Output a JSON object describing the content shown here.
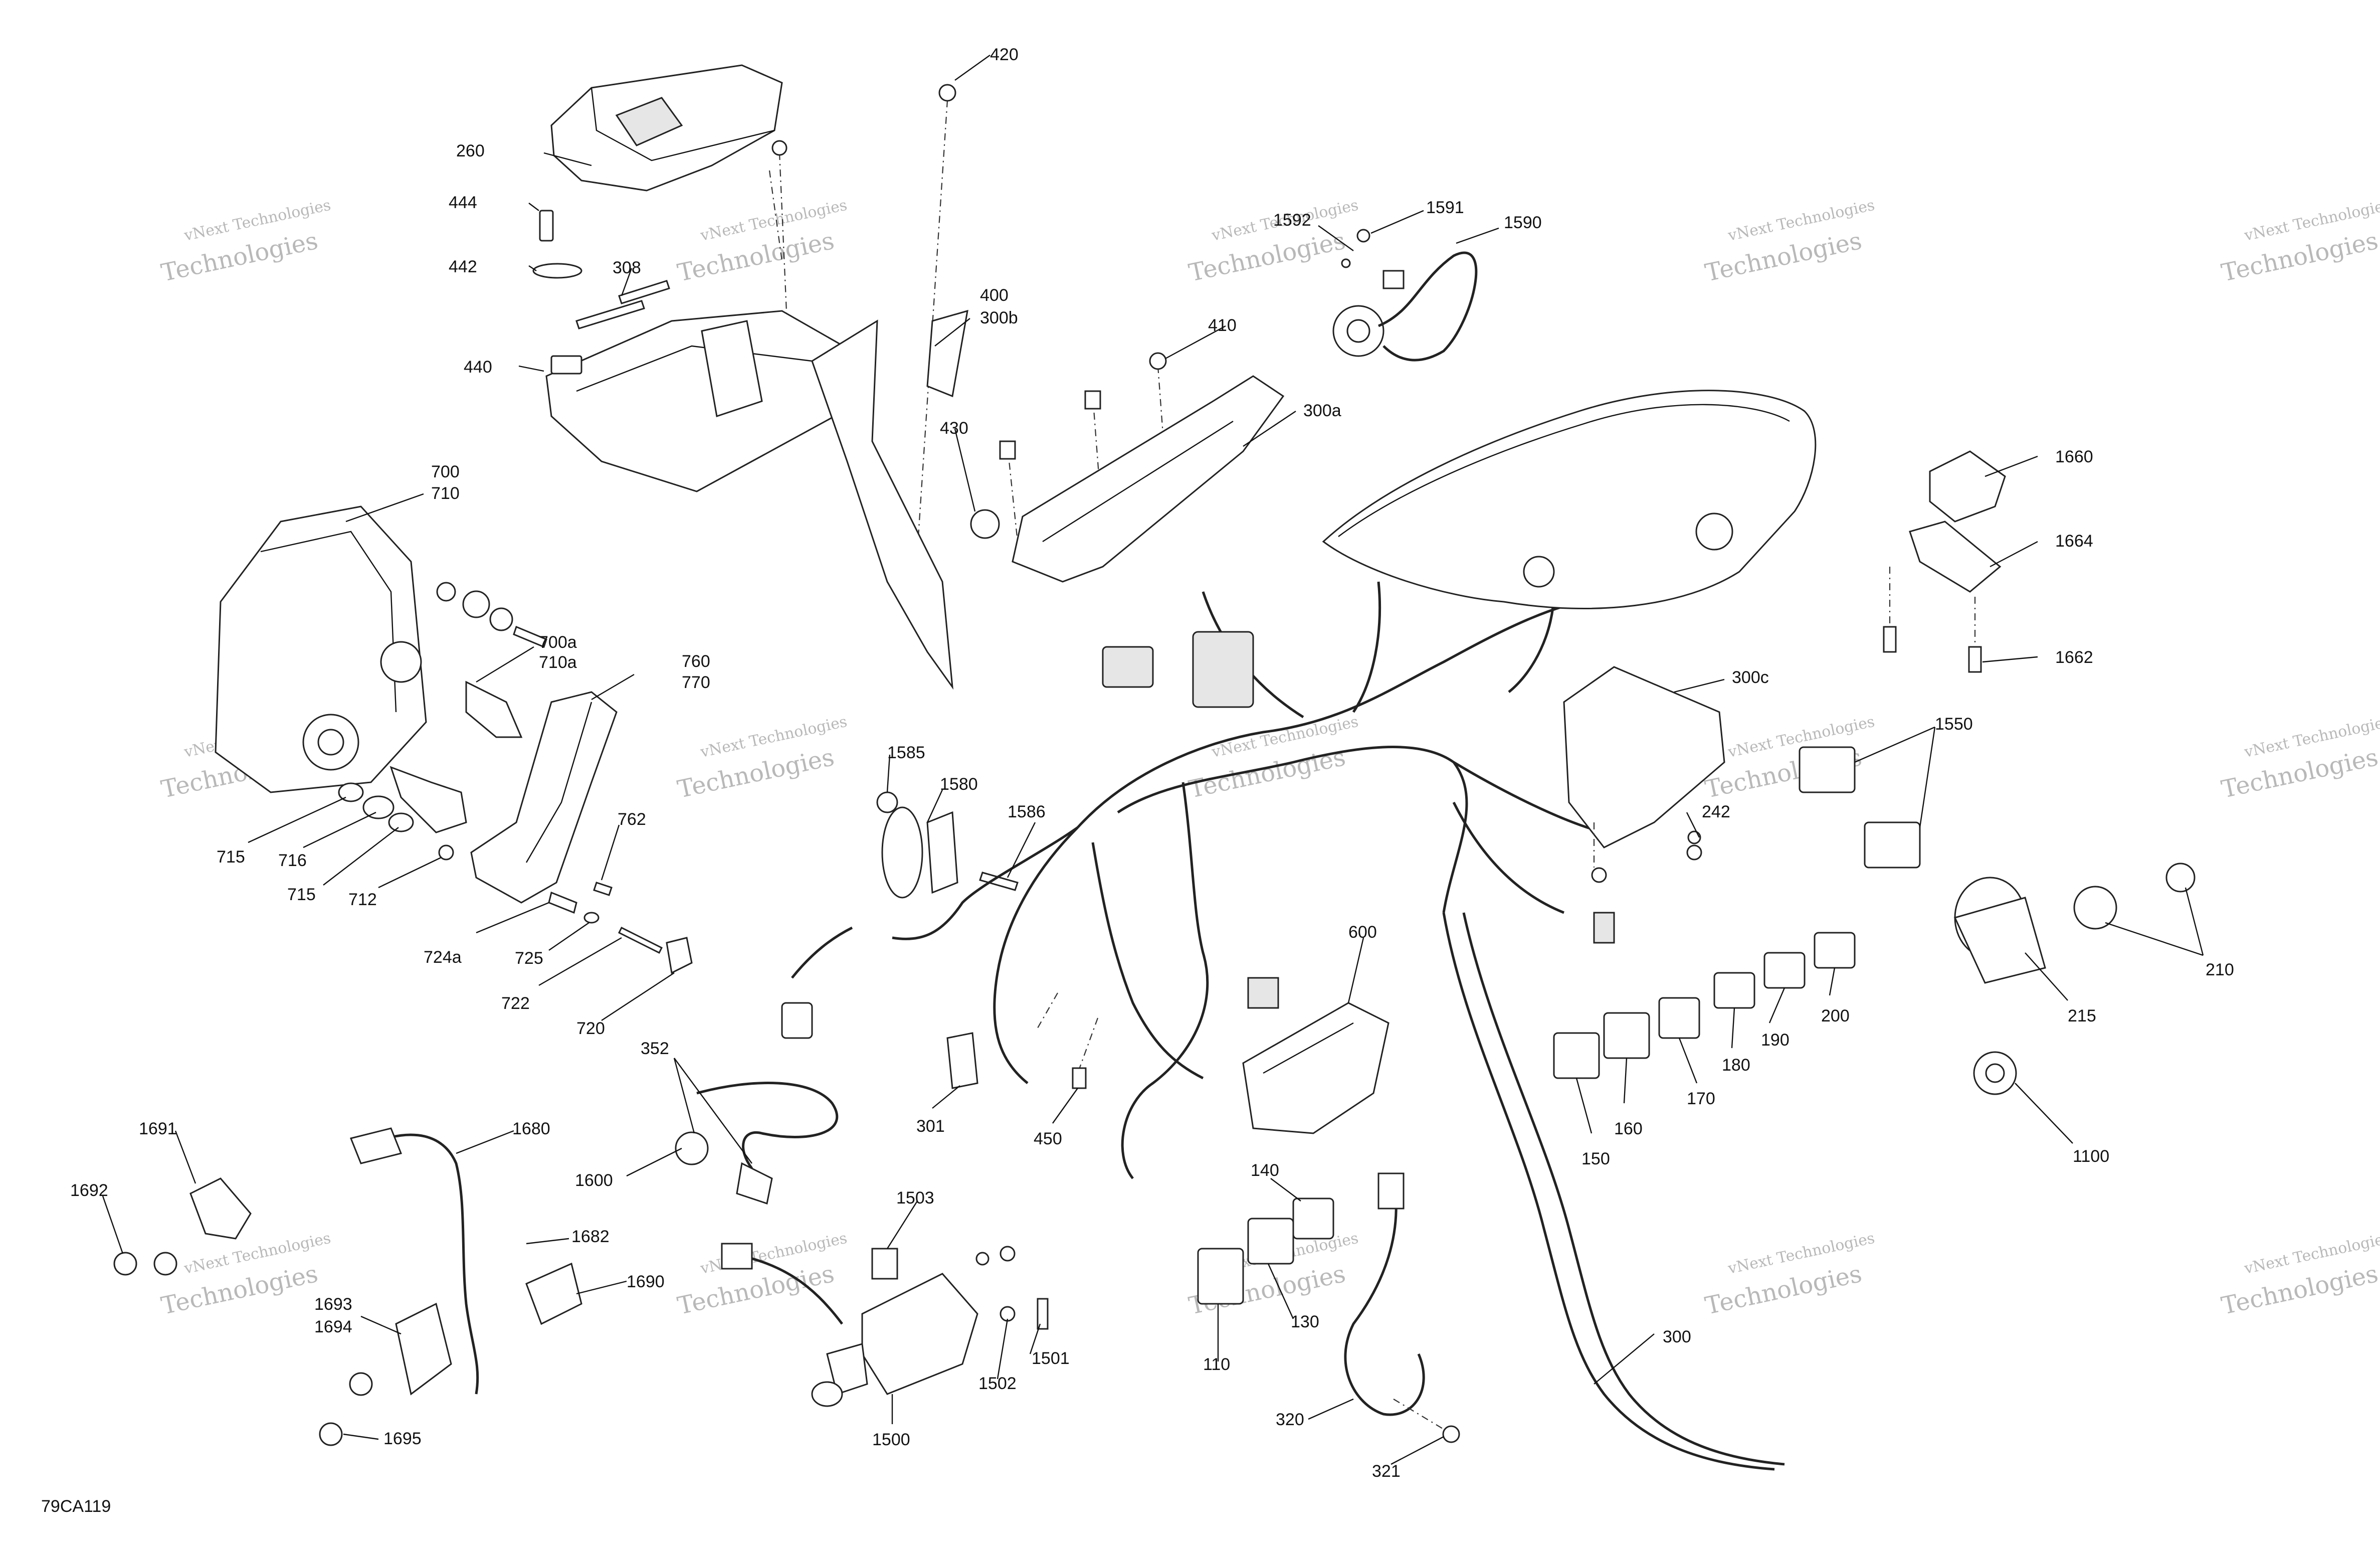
{
  "diagram": {
    "code": "79CA119",
    "watermark": {
      "line1": "vNext Technologies",
      "line2": "Technologies"
    },
    "labels": [
      {
        "id": "420",
        "text": "420"
      },
      {
        "id": "260",
        "text": "260"
      },
      {
        "id": "444",
        "text": "444"
      },
      {
        "id": "442",
        "text": "442"
      },
      {
        "id": "308",
        "text": "308"
      },
      {
        "id": "440",
        "text": "440"
      },
      {
        "id": "400",
        "text": "400"
      },
      {
        "id": "300b",
        "text": "300b"
      },
      {
        "id": "410",
        "text": "410"
      },
      {
        "id": "300a",
        "text": "300a"
      },
      {
        "id": "430",
        "text": "430"
      },
      {
        "id": "1592",
        "text": "1592"
      },
      {
        "id": "1591",
        "text": "1591"
      },
      {
        "id": "1590",
        "text": "1590"
      },
      {
        "id": "700",
        "text": "700"
      },
      {
        "id": "710",
        "text": "710"
      },
      {
        "id": "700a",
        "text": "700a"
      },
      {
        "id": "710a",
        "text": "710a"
      },
      {
        "id": "760",
        "text": "760"
      },
      {
        "id": "770",
        "text": "770"
      },
      {
        "id": "762",
        "text": "762"
      },
      {
        "id": "715a",
        "text": "715"
      },
      {
        "id": "716",
        "text": "716"
      },
      {
        "id": "715b",
        "text": "715"
      },
      {
        "id": "712",
        "text": "712"
      },
      {
        "id": "724a",
        "text": "724a"
      },
      {
        "id": "725",
        "text": "725"
      },
      {
        "id": "722",
        "text": "722"
      },
      {
        "id": "720",
        "text": "720"
      },
      {
        "id": "1585",
        "text": "1585"
      },
      {
        "id": "1580",
        "text": "1580"
      },
      {
        "id": "1586",
        "text": "1586"
      },
      {
        "id": "1660",
        "text": "1660"
      },
      {
        "id": "1664",
        "text": "1664"
      },
      {
        "id": "1662",
        "text": "1662"
      },
      {
        "id": "300c",
        "text": "300c"
      },
      {
        "id": "1550",
        "text": "1550"
      },
      {
        "id": "242",
        "text": "242"
      },
      {
        "id": "210",
        "text": "210"
      },
      {
        "id": "215",
        "text": "215"
      },
      {
        "id": "1100",
        "text": "1100"
      },
      {
        "id": "200",
        "text": "200"
      },
      {
        "id": "190",
        "text": "190"
      },
      {
        "id": "180",
        "text": "180"
      },
      {
        "id": "170",
        "text": "170"
      },
      {
        "id": "160",
        "text": "160"
      },
      {
        "id": "150",
        "text": "150"
      },
      {
        "id": "600",
        "text": "600"
      },
      {
        "id": "352",
        "text": "352"
      },
      {
        "id": "301",
        "text": "301"
      },
      {
        "id": "450",
        "text": "450"
      },
      {
        "id": "1691",
        "text": "1691"
      },
      {
        "id": "1692",
        "text": "1692"
      },
      {
        "id": "1680",
        "text": "1680"
      },
      {
        "id": "1600",
        "text": "1600"
      },
      {
        "id": "1682",
        "text": "1682"
      },
      {
        "id": "1690",
        "text": "1690"
      },
      {
        "id": "1693",
        "text": "1693"
      },
      {
        "id": "1694",
        "text": "1694"
      },
      {
        "id": "1695",
        "text": "1695"
      },
      {
        "id": "1503",
        "text": "1503"
      },
      {
        "id": "1501",
        "text": "1501"
      },
      {
        "id": "1502",
        "text": "1502"
      },
      {
        "id": "1500",
        "text": "1500"
      },
      {
        "id": "140",
        "text": "140"
      },
      {
        "id": "130",
        "text": "130"
      },
      {
        "id": "110",
        "text": "110"
      },
      {
        "id": "300",
        "text": "300"
      },
      {
        "id": "320",
        "text": "320"
      },
      {
        "id": "321",
        "text": "321"
      }
    ]
  }
}
